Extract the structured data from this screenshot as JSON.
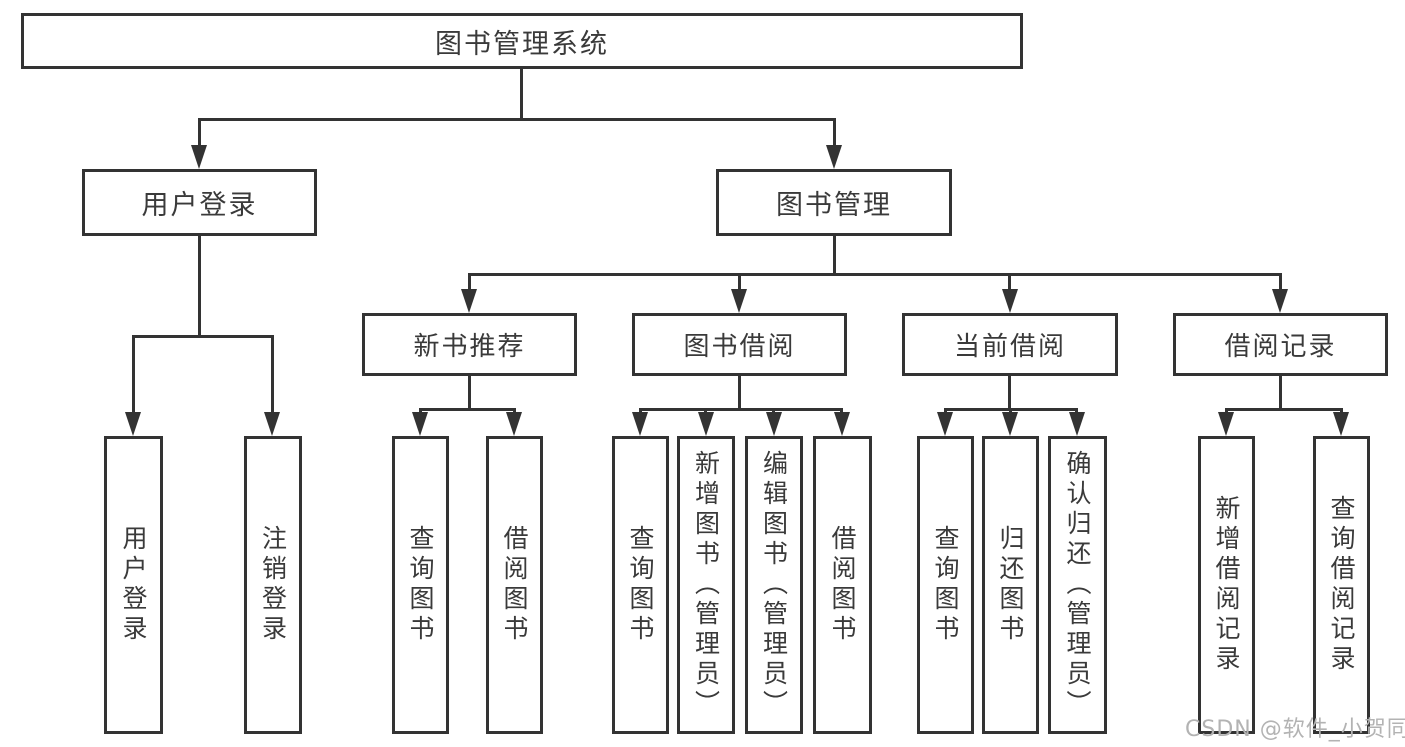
{
  "diagram": {
    "root": {
      "label": "图书管理系统"
    },
    "branches": [
      {
        "label": "用户登录",
        "children": [
          {
            "label": "用户登录"
          },
          {
            "label": "注销登录"
          }
        ]
      },
      {
        "label": "图书管理",
        "children": [
          {
            "label": "新书推荐",
            "children": [
              {
                "label": "查询图书"
              },
              {
                "label": "借阅图书"
              }
            ]
          },
          {
            "label": "图书借阅",
            "children": [
              {
                "label": "查询图书"
              },
              {
                "label": "新增图书（管理员）"
              },
              {
                "label": "编辑图书（管理员）"
              },
              {
                "label": "借阅图书"
              }
            ]
          },
          {
            "label": "当前借阅",
            "children": [
              {
                "label": "查询图书"
              },
              {
                "label": "归还图书"
              },
              {
                "label": "确认归还（管理员）"
              }
            ]
          },
          {
            "label": "借阅记录",
            "children": [
              {
                "label": "新增借阅记录"
              },
              {
                "label": "查询借阅记录"
              }
            ]
          }
        ]
      }
    ]
  },
  "watermark": {
    "text": "CSDN @软件_小贺同学"
  },
  "colors": {
    "line": "#333333",
    "text": "#3a3a3a",
    "watermark": "#b3b3b3",
    "background": "#ffffff"
  }
}
